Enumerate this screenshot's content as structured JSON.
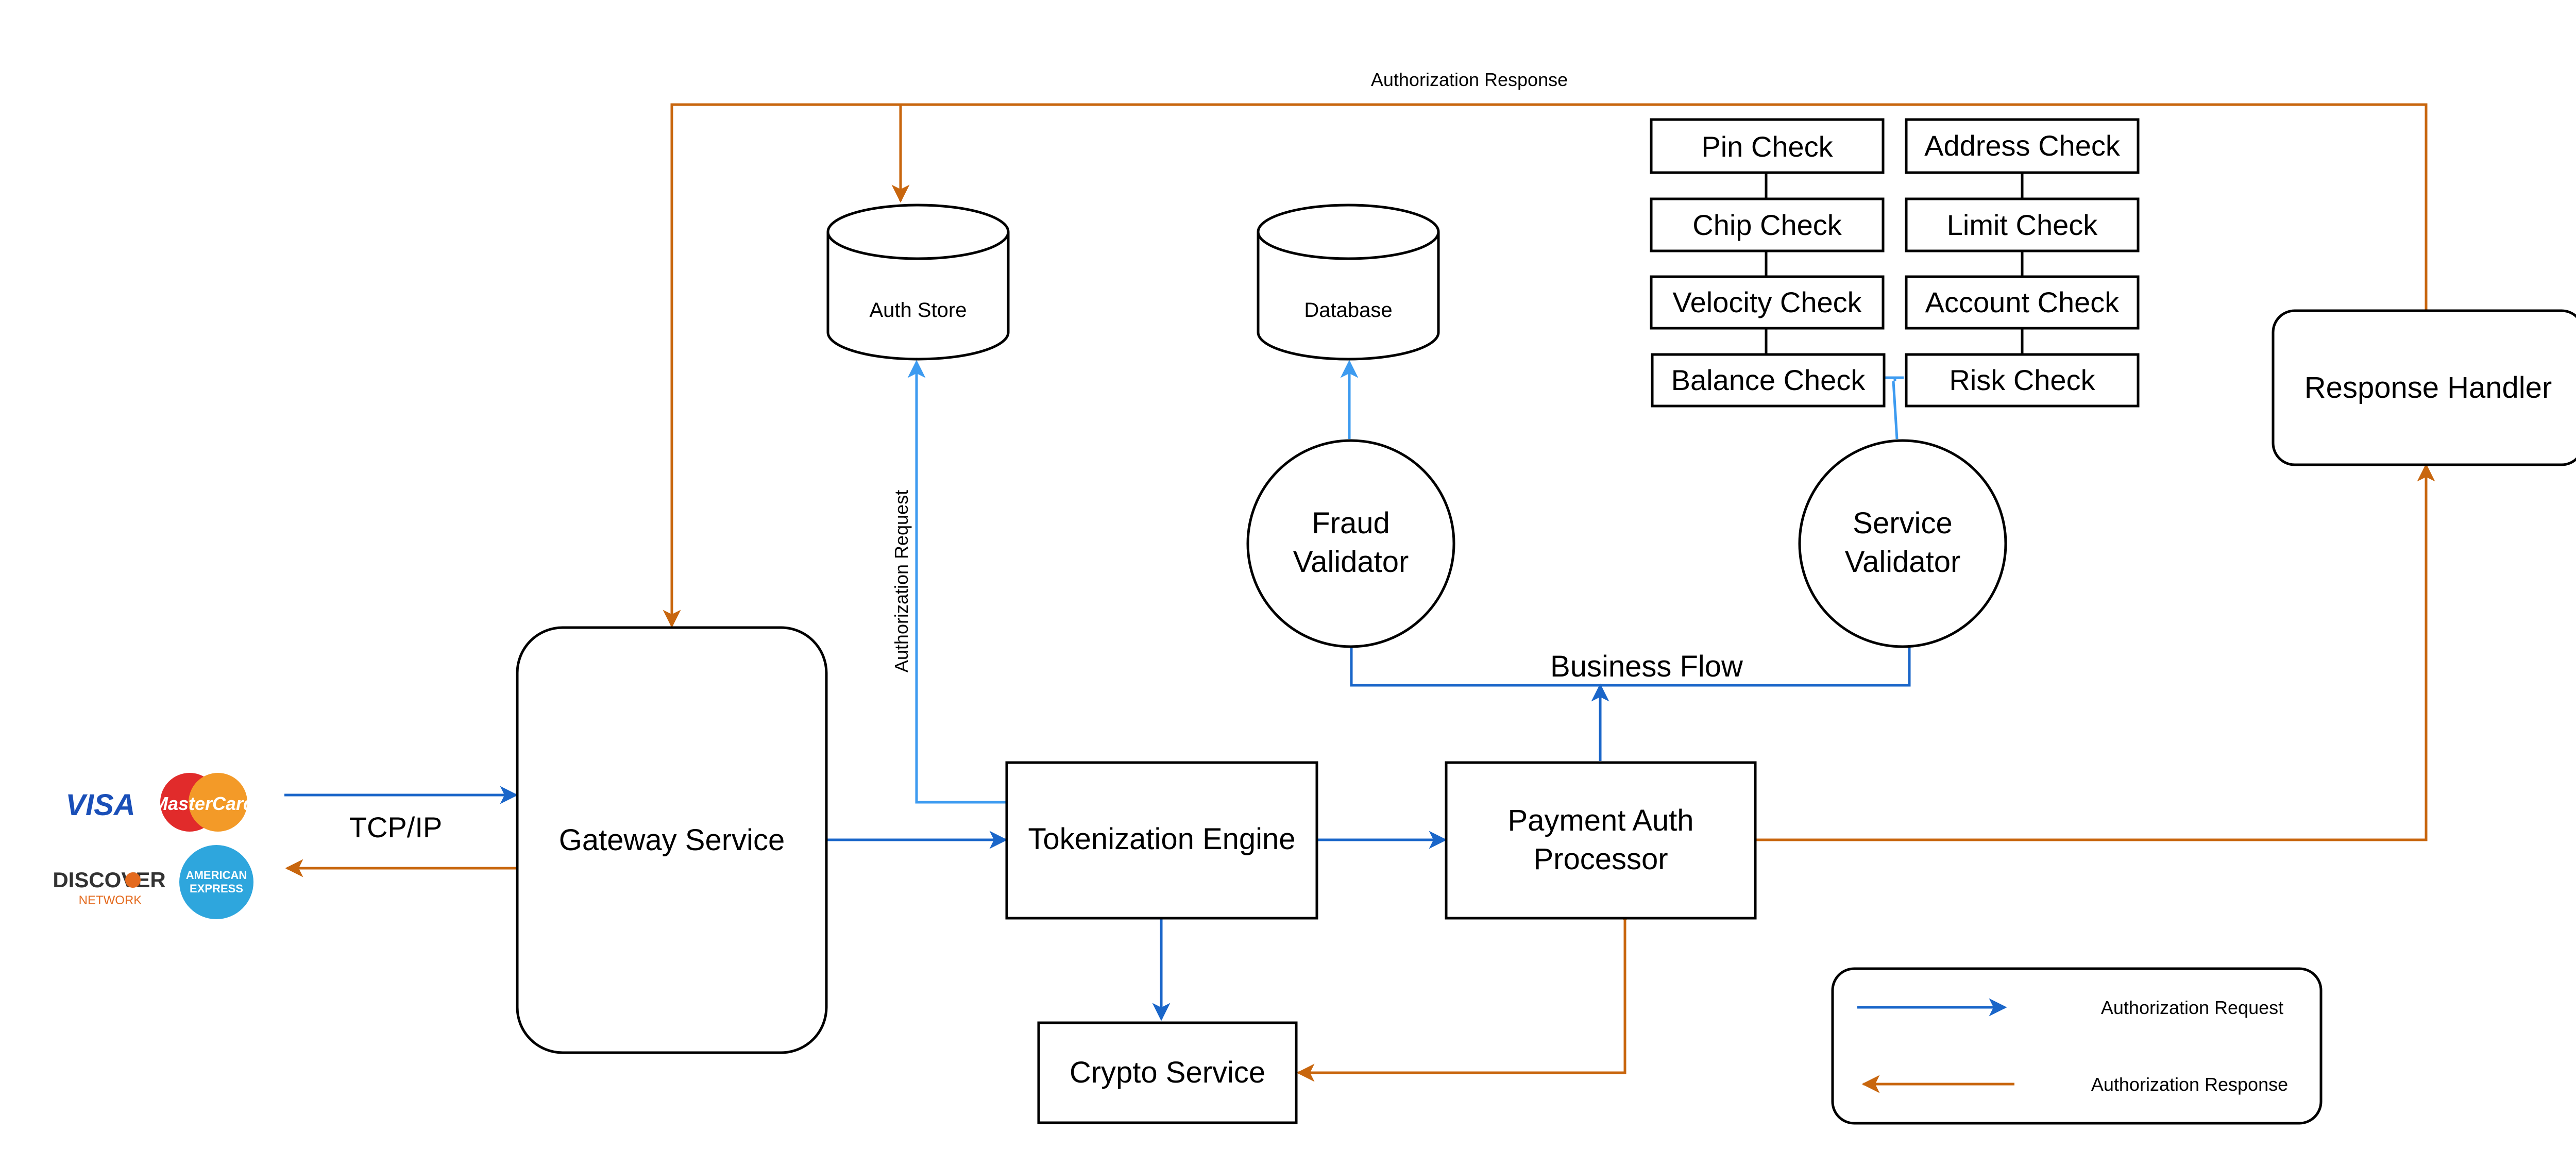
{
  "colors": {
    "request": "#1A66C9",
    "request_light": "#3D9BF0",
    "response": "#C8660E",
    "visa_blue": "#1A4FB8",
    "mc_red": "#E12B2B",
    "mc_orange": "#F39A28",
    "amex_blue": "#2EA6DD",
    "discover_orange": "#E46A1E"
  },
  "cards": {
    "visa": "VISA",
    "mastercard": "MasterCard",
    "discover": "DISCOVER",
    "discover_sub": "NETWORK",
    "amex_line1": "AMERICAN",
    "amex_line2": "EXPRESS"
  },
  "labels": {
    "tcpip": "TCP/IP",
    "gateway": "Gateway Service",
    "tokenization": "Tokenization Engine",
    "payment_line1": "Payment Auth",
    "payment_line2": "Processor",
    "crypto": "Crypto Service",
    "auth_store": "Auth Store",
    "database": "Database",
    "fraud_line1": "Fraud",
    "fraud_line2": "Validator",
    "service_line1": "Service",
    "service_line2": "Validator",
    "business_flow": "Business Flow",
    "response_handler": "Response Handler",
    "auth_response_top": "Authorization Response",
    "auth_request_vertical": "Authorization Request"
  },
  "checks_left": [
    "Pin Check",
    "Chip Check",
    "Velocity Check",
    "Balance Check"
  ],
  "checks_right": [
    "Address Check",
    "Limit Check",
    "Account Check",
    "Risk Check"
  ],
  "legend": {
    "request": "Authorization Request",
    "response": "Authorization Response"
  }
}
